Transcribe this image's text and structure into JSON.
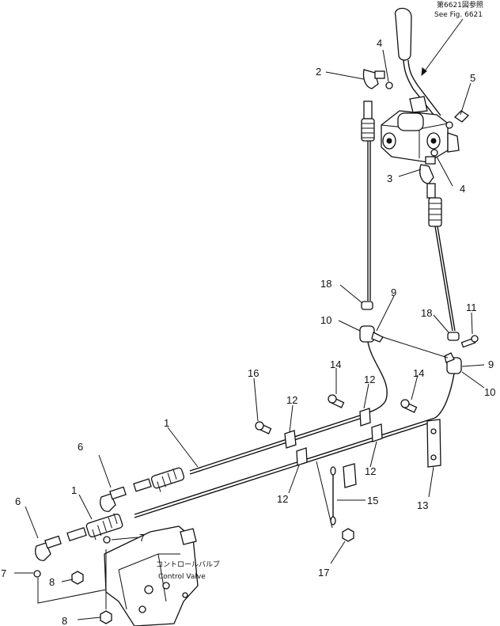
{
  "header": {
    "ref_jp": "第6621図参照",
    "ref_en": "See Fig. 6621"
  },
  "labels": {
    "control_valve_jp": "コントロールバルブ",
    "control_valve_en": "Control Valve"
  },
  "callouts": [
    {
      "id": "c1a",
      "num": "1"
    },
    {
      "id": "c1b",
      "num": "1"
    },
    {
      "id": "c2",
      "num": "2"
    },
    {
      "id": "c3",
      "num": "3"
    },
    {
      "id": "c4a",
      "num": "4"
    },
    {
      "id": "c4b",
      "num": "4"
    },
    {
      "id": "c5",
      "num": "5"
    },
    {
      "id": "c6a",
      "num": "6"
    },
    {
      "id": "c6b",
      "num": "6"
    },
    {
      "id": "c7a",
      "num": "7"
    },
    {
      "id": "c7b",
      "num": "7"
    },
    {
      "id": "c8a",
      "num": "8"
    },
    {
      "id": "c8b",
      "num": "8"
    },
    {
      "id": "c9a",
      "num": "9"
    },
    {
      "id": "c9b",
      "num": "9"
    },
    {
      "id": "c10a",
      "num": "10"
    },
    {
      "id": "c10b",
      "num": "10"
    },
    {
      "id": "c11",
      "num": "11"
    },
    {
      "id": "c12a",
      "num": "12"
    },
    {
      "id": "c12b",
      "num": "12"
    },
    {
      "id": "c12c",
      "num": "12"
    },
    {
      "id": "c12d",
      "num": "12"
    },
    {
      "id": "c13",
      "num": "13"
    },
    {
      "id": "c14a",
      "num": "14"
    },
    {
      "id": "c14b",
      "num": "14"
    },
    {
      "id": "c15",
      "num": "15"
    },
    {
      "id": "c16",
      "num": "16"
    },
    {
      "id": "c17",
      "num": "17"
    },
    {
      "id": "c18a",
      "num": "18"
    },
    {
      "id": "c18b",
      "num": "18"
    }
  ]
}
